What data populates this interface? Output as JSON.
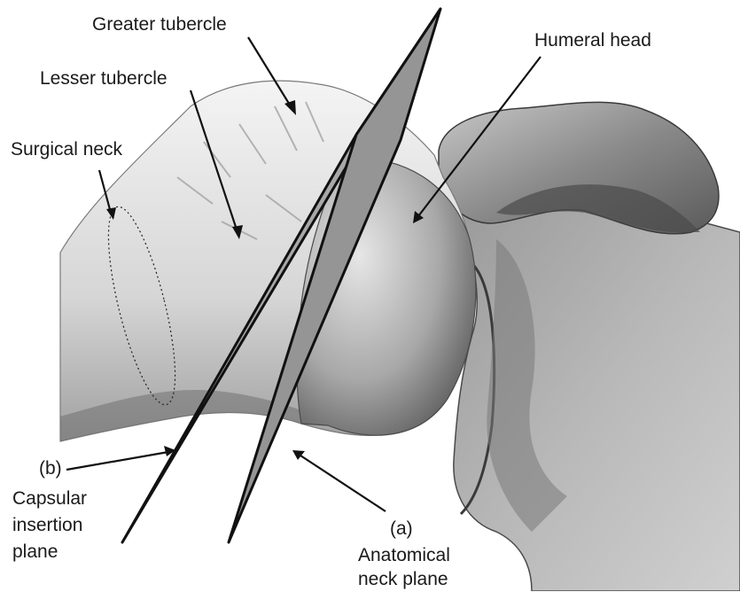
{
  "labels": {
    "greater_tubercle": "Greater tubercle",
    "lesser_tubercle": "Lesser tubercle",
    "surgical_neck": "Surgical neck",
    "humeral_head": "Humeral head",
    "b_marker": "(b)",
    "capsular_line1": "Capsular",
    "capsular_line2": "insertion",
    "capsular_line3": "plane",
    "a_marker": "(a)",
    "anatomical_line1": "Anatomical",
    "anatomical_line2": "neck plane"
  },
  "colors": {
    "background": "#ffffff",
    "bone_light": "#e4e4e4",
    "bone_mid": "#bdbdbd",
    "bone_dark": "#6f6f6f",
    "plane_fill": "#9c9c9c",
    "line": "#111111"
  }
}
